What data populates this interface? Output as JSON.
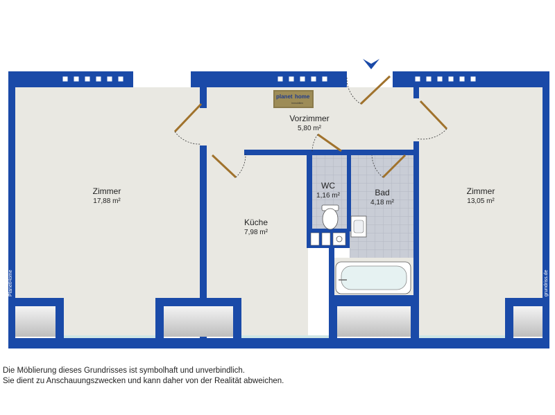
{
  "rooms": {
    "zimmer_left": {
      "name": "Zimmer",
      "area": "17,88 m²"
    },
    "vorzimmer": {
      "name": "Vorzimmer",
      "area": "5,80 m²"
    },
    "wc": {
      "name": "WC",
      "area": "1,16 m²"
    },
    "bad": {
      "name": "Bad",
      "area": "4,18 m²"
    },
    "zimmer_right": {
      "name": "Zimmer",
      "area": "13,05 m²"
    },
    "kueche": {
      "name": "Küche",
      "area": "7,98 m²"
    }
  },
  "logo": {
    "text_main": "planet",
    "text_accent": "home",
    "text_sub": "Immobilien"
  },
  "side_labels": {
    "left": "PlanetHome",
    "right": "grundriss.de"
  },
  "disclaimer": {
    "line1": "Die Möblierung dieses Grundrisses ist symbolhaft und unverbindlich.",
    "line2": "Sie dient zu Anschauungszwecken und kann daher von der Realität abweichen."
  },
  "colors": {
    "wall": "#1a4aa8",
    "floor": "#e9e8e2",
    "tile": "#c9cdd6",
    "entrance_arrow": "#1a4aa8",
    "door": "#a0722c",
    "logo_bg": "#8a7a4a"
  }
}
